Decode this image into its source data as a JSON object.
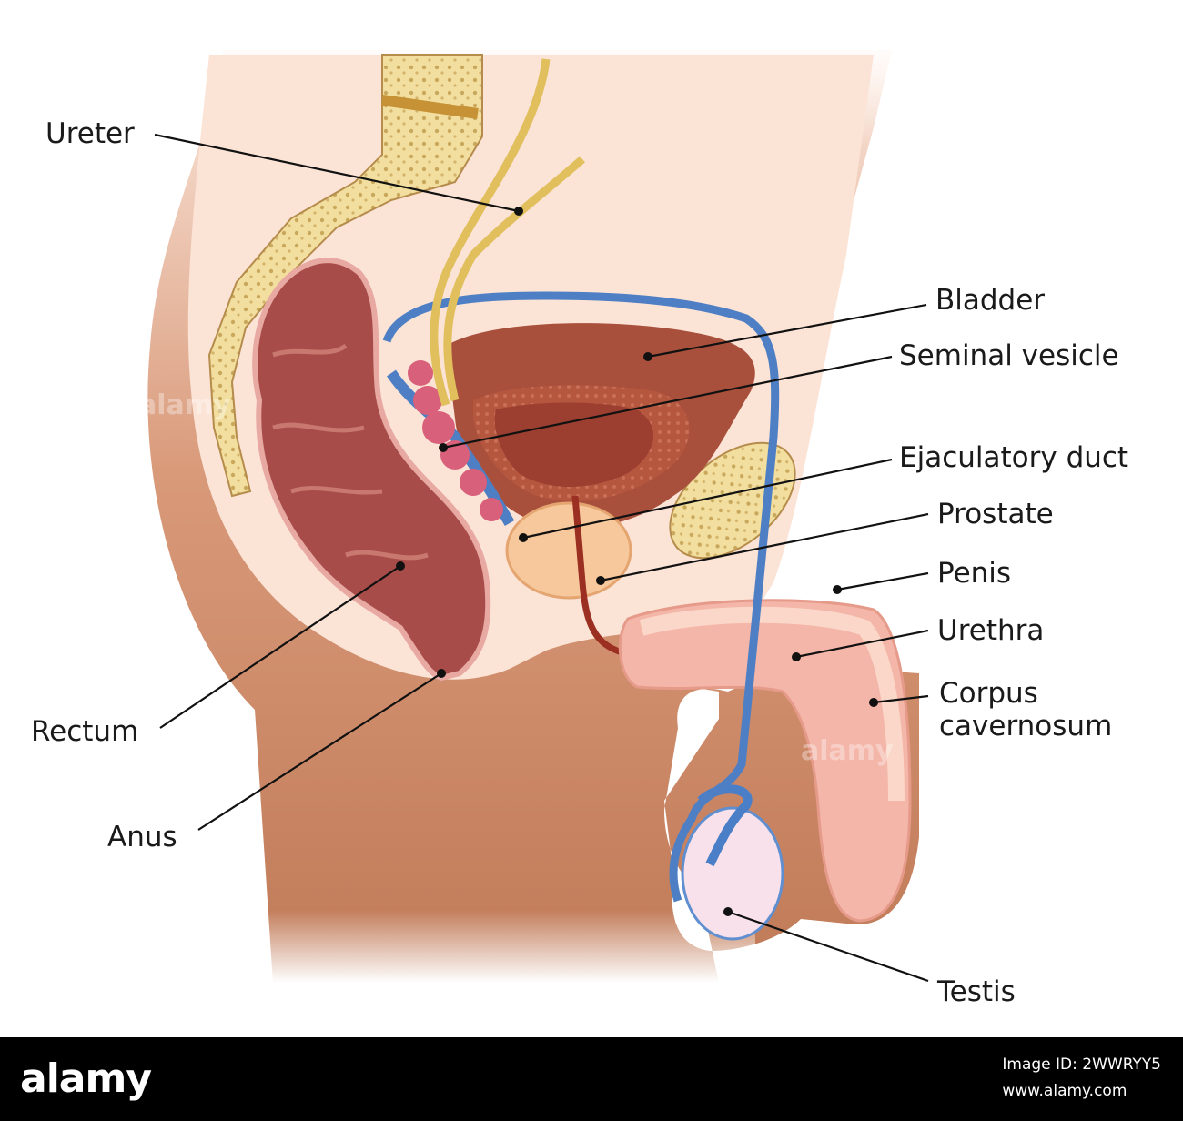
{
  "labels": {
    "ureter": "Ureter",
    "bladder": "Bladder",
    "seminal_vesicle": "Seminal vesicle",
    "ejaculatory_duct": "Ejaculatory duct",
    "prostate": "Prostate",
    "penis": "Penis",
    "urethra": "Urethra",
    "corpus_line1": "Corpus",
    "corpus_line2": "cavernosum",
    "rectum": "Rectum",
    "anus": "Anus",
    "testis": "Testis"
  },
  "watermark": "alamy",
  "footer": {
    "logo": "alamy",
    "image_id_line": "Image ID: 2WWRYY5",
    "site": "www.alamy.com"
  }
}
